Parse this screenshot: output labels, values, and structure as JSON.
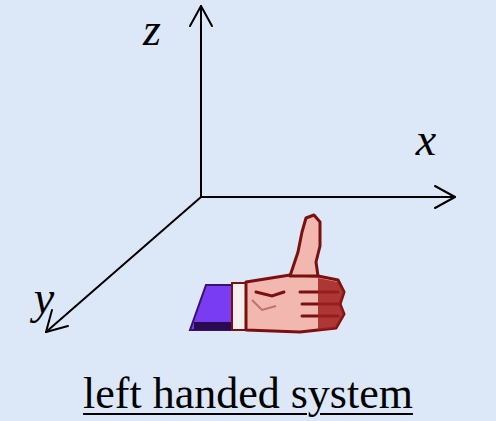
{
  "diagram": {
    "caption": "left handed system",
    "labels": [
      "z",
      "x",
      "y"
    ]
  }
}
